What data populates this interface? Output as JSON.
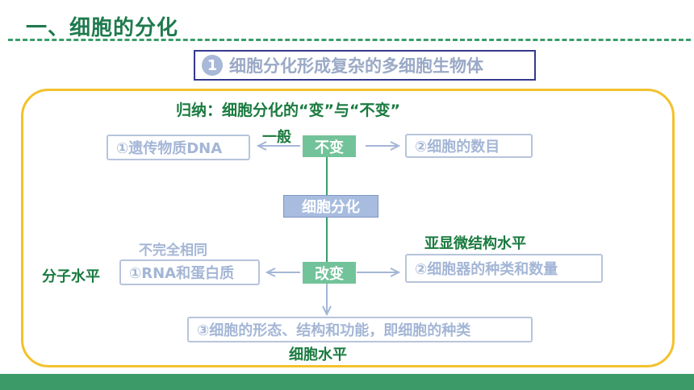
{
  "title": "一、细胞的分化",
  "section": {
    "number": "1",
    "text": "细胞分化形成复杂的多细胞生物体"
  },
  "summary": "归纳：细胞分化的“变”与“不变”",
  "center": "细胞分化",
  "unchanged": {
    "label": "不变",
    "note": "一般",
    "left_box": "①遗传物质DNA",
    "right_box": "②细胞的数目"
  },
  "changed": {
    "label": "改变",
    "left_level": "分子水平",
    "left_note": "不完全相同",
    "left_box": "①RNA和蛋白质",
    "right_note": "亚显微结构水平",
    "right_box": "②细胞器的种类和数量",
    "bottom_box": "③细胞的形态、结构和功能，即细胞的种类",
    "bottom_level": "细胞水平"
  },
  "colors": {
    "title": "#1f7a4d",
    "frame": "#f3c12c",
    "section_border": "#35398f",
    "pill_green": "#72c39a",
    "pill_blue": "#a7bcdf",
    "box_text": "#a4b6d6",
    "bar": "#3c9a69"
  }
}
